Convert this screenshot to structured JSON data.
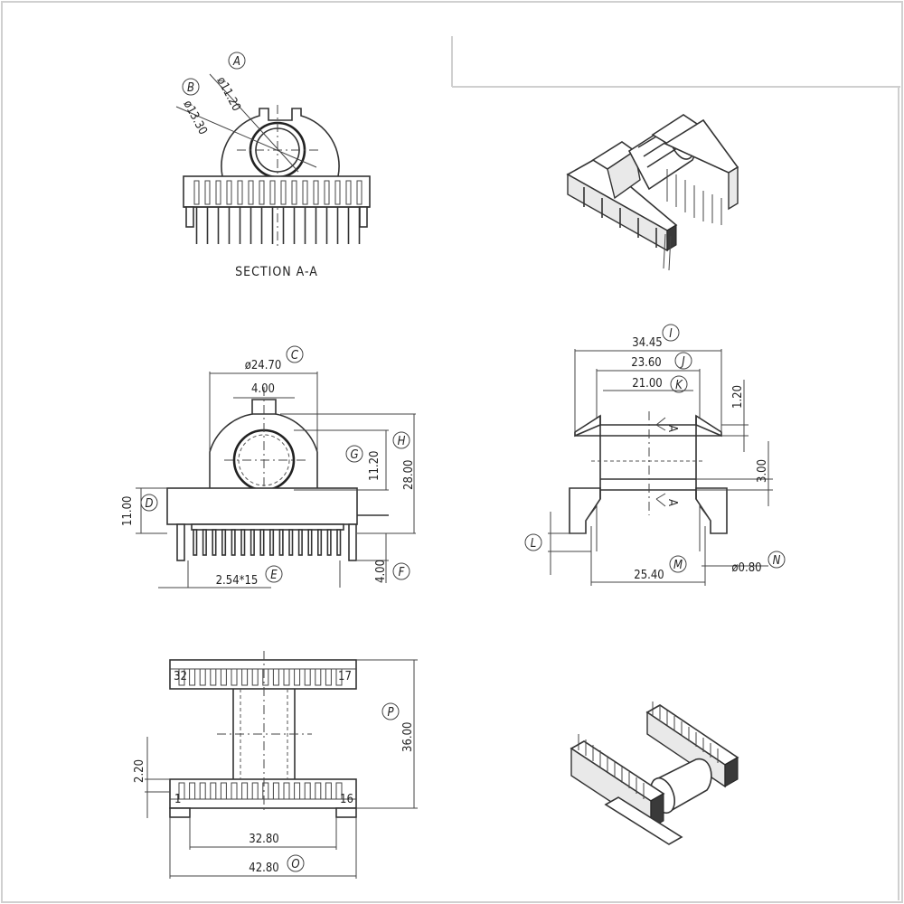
{
  "section_title": "SECTION A-A",
  "section_view": {
    "dim_a": {
      "value": "ø11.20",
      "callout": "A"
    },
    "dim_b": {
      "value": "ø13.30",
      "callout": "B"
    }
  },
  "front_view": {
    "dim_c": {
      "value": "ø24.70",
      "callout": "C"
    },
    "slot": "4.00",
    "dim_d": {
      "value": "11.00",
      "callout": "D"
    },
    "dim_e": {
      "value": "2.54*15",
      "callout": "E"
    },
    "dim_f": {
      "value": "4.00",
      "callout": "F"
    },
    "dim_g": {
      "value": "11.20",
      "callout": "G"
    },
    "dim_h": {
      "value": "28.00",
      "callout": "H"
    }
  },
  "side_view": {
    "dim_i": {
      "value": "34.45",
      "callout": "I"
    },
    "dim_j": {
      "value": "23.60",
      "callout": "J"
    },
    "dim_k": {
      "value": "21.00",
      "callout": "K"
    },
    "flange": "1.20",
    "wall": "3.00",
    "dim_l": {
      "callout": "L"
    },
    "dim_m": {
      "value": "25.40",
      "callout": "M"
    },
    "dim_n": {
      "value": "ø0.80",
      "callout": "N"
    },
    "section_mark": "A"
  },
  "bottom_view": {
    "dim_o": {
      "value": "42.80",
      "callout": "O"
    },
    "dim_p": {
      "value": "36.00",
      "callout": "P"
    },
    "inner_width": "32.80",
    "rail_depth": "2.20",
    "pin_first": "1",
    "pin_last": "16",
    "pin_first_b": "32",
    "pin_last_b": "17"
  }
}
